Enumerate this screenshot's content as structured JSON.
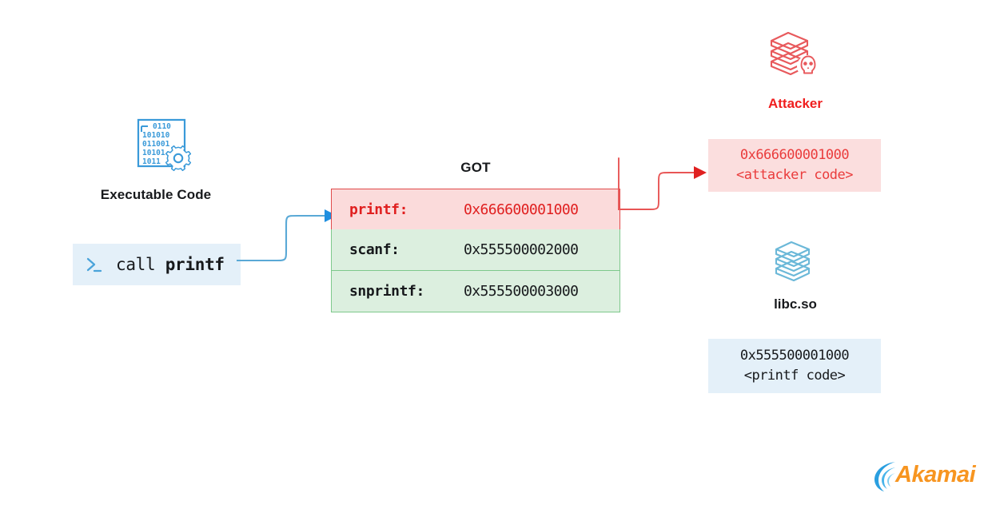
{
  "diagram": {
    "title": "GOT hijacking / PLT overwrite diagram",
    "colors": {
      "blue": "#3a9ad9",
      "blue_dark": "#2e8fd0",
      "blue_bg": "#e4f0f9",
      "red": "#e02020",
      "red_border": "#e04a4a",
      "red_bg": "#fbdbdb",
      "green_bg": "#dcefdf",
      "green_border": "#7ec98c",
      "text": "#17191c",
      "akamai_orange": "#f79520",
      "akamai_blue": "#2a9fe0"
    }
  },
  "executable": {
    "icon": "binary-document-gear-icon",
    "label": "Executable Code",
    "terminal": {
      "prompt": "prompt-caret-icon",
      "command_prefix": "call ",
      "command_symbol": "printf"
    }
  },
  "got": {
    "label": "GOT",
    "rows": [
      {
        "name": "printf:",
        "address": "0x666600001000",
        "state": "hijacked"
      },
      {
        "name": "scanf:",
        "address": "0x555500002000",
        "state": "normal"
      },
      {
        "name": "snprintf:",
        "address": "0x555500003000",
        "state": "normal"
      }
    ]
  },
  "attacker": {
    "icon": "stack-skull-icon",
    "label": "Attacker",
    "box": {
      "address": "0x666600001000",
      "symbol": "<attacker code>"
    }
  },
  "libc": {
    "icon": "stack-layers-icon",
    "label": "libc.so",
    "box": {
      "address": "0x555500001000",
      "symbol": "<printf code>"
    }
  },
  "arrows": [
    {
      "name": "call-to-got-arrow",
      "color": "#3a9ad9"
    },
    {
      "name": "got-to-attacker-arrow",
      "color": "#e02020"
    }
  ],
  "branding": {
    "logo_icon": "akamai-swoosh-icon",
    "logo_text": "Akamai"
  }
}
